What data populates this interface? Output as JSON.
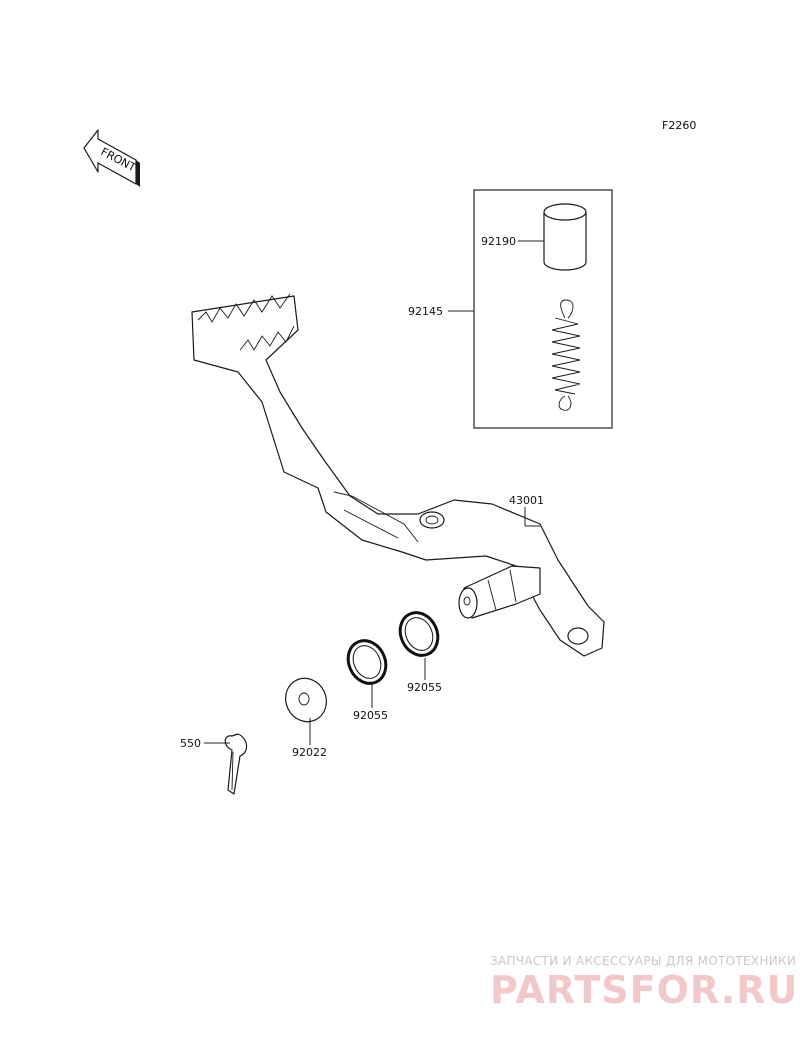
{
  "figure_code": "F2260",
  "front_arrow": {
    "label": "FRONT",
    "icon": "front-arrow-icon"
  },
  "parts": [
    {
      "number": "92190"
    },
    {
      "number": "92145"
    },
    {
      "number": "43001"
    },
    {
      "number": "92055"
    },
    {
      "number": "92055"
    },
    {
      "number": "92022"
    },
    {
      "number": "550"
    }
  ],
  "watermark": {
    "tagline": "ЗАПЧАСТИ И АКСЕССУАРЫ ДЛЯ МОТОТЕХНИКИ",
    "brand": "PARTSFOR.RU",
    "brand_color": "#f2c8c8"
  }
}
